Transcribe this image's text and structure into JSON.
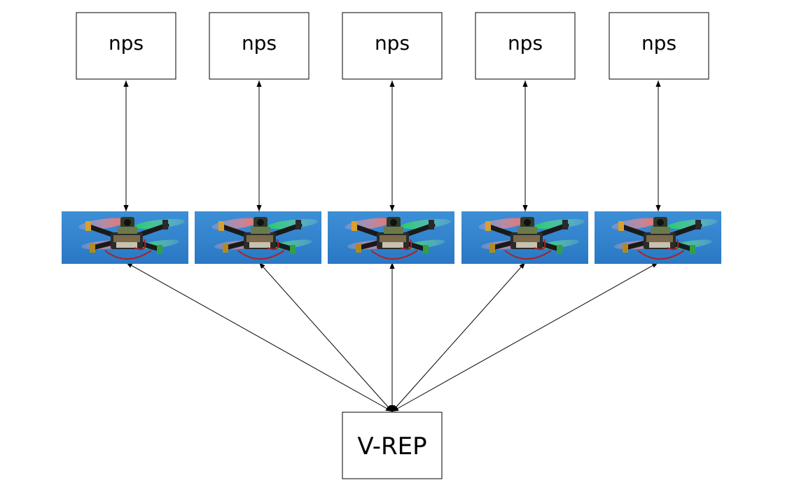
{
  "nodes": {
    "nps": [
      {
        "label": "nps"
      },
      {
        "label": "nps"
      },
      {
        "label": "nps"
      },
      {
        "label": "nps"
      },
      {
        "label": "nps"
      }
    ],
    "simulator": {
      "label": "V-REP"
    },
    "drones": [
      {
        "icon": "quadcopter-drone-image"
      },
      {
        "icon": "quadcopter-drone-image"
      },
      {
        "icon": "quadcopter-drone-image"
      },
      {
        "icon": "quadcopter-drone-image"
      },
      {
        "icon": "quadcopter-drone-image"
      }
    ]
  },
  "edges": [
    {
      "from": "nps-1",
      "to": "drone-1",
      "direction": "bidirectional"
    },
    {
      "from": "nps-2",
      "to": "drone-2",
      "direction": "bidirectional"
    },
    {
      "from": "nps-3",
      "to": "drone-3",
      "direction": "bidirectional"
    },
    {
      "from": "nps-4",
      "to": "drone-4",
      "direction": "bidirectional"
    },
    {
      "from": "nps-5",
      "to": "drone-5",
      "direction": "bidirectional"
    },
    {
      "from": "V-REP",
      "to": "drone-1",
      "direction": "bidirectional"
    },
    {
      "from": "V-REP",
      "to": "drone-2",
      "direction": "bidirectional"
    },
    {
      "from": "V-REP",
      "to": "drone-3",
      "direction": "bidirectional"
    },
    {
      "from": "V-REP",
      "to": "drone-4",
      "direction": "bidirectional"
    },
    {
      "from": "V-REP",
      "to": "drone-5",
      "direction": "bidirectional"
    }
  ],
  "colors": {
    "sky_top": "#3d8fd6",
    "sky_bottom": "#2a78c4",
    "frame": "#1a1a1a",
    "prop_red": "#ff7a70",
    "prop_green": "#3ddc6e",
    "stroke": "#000000"
  }
}
